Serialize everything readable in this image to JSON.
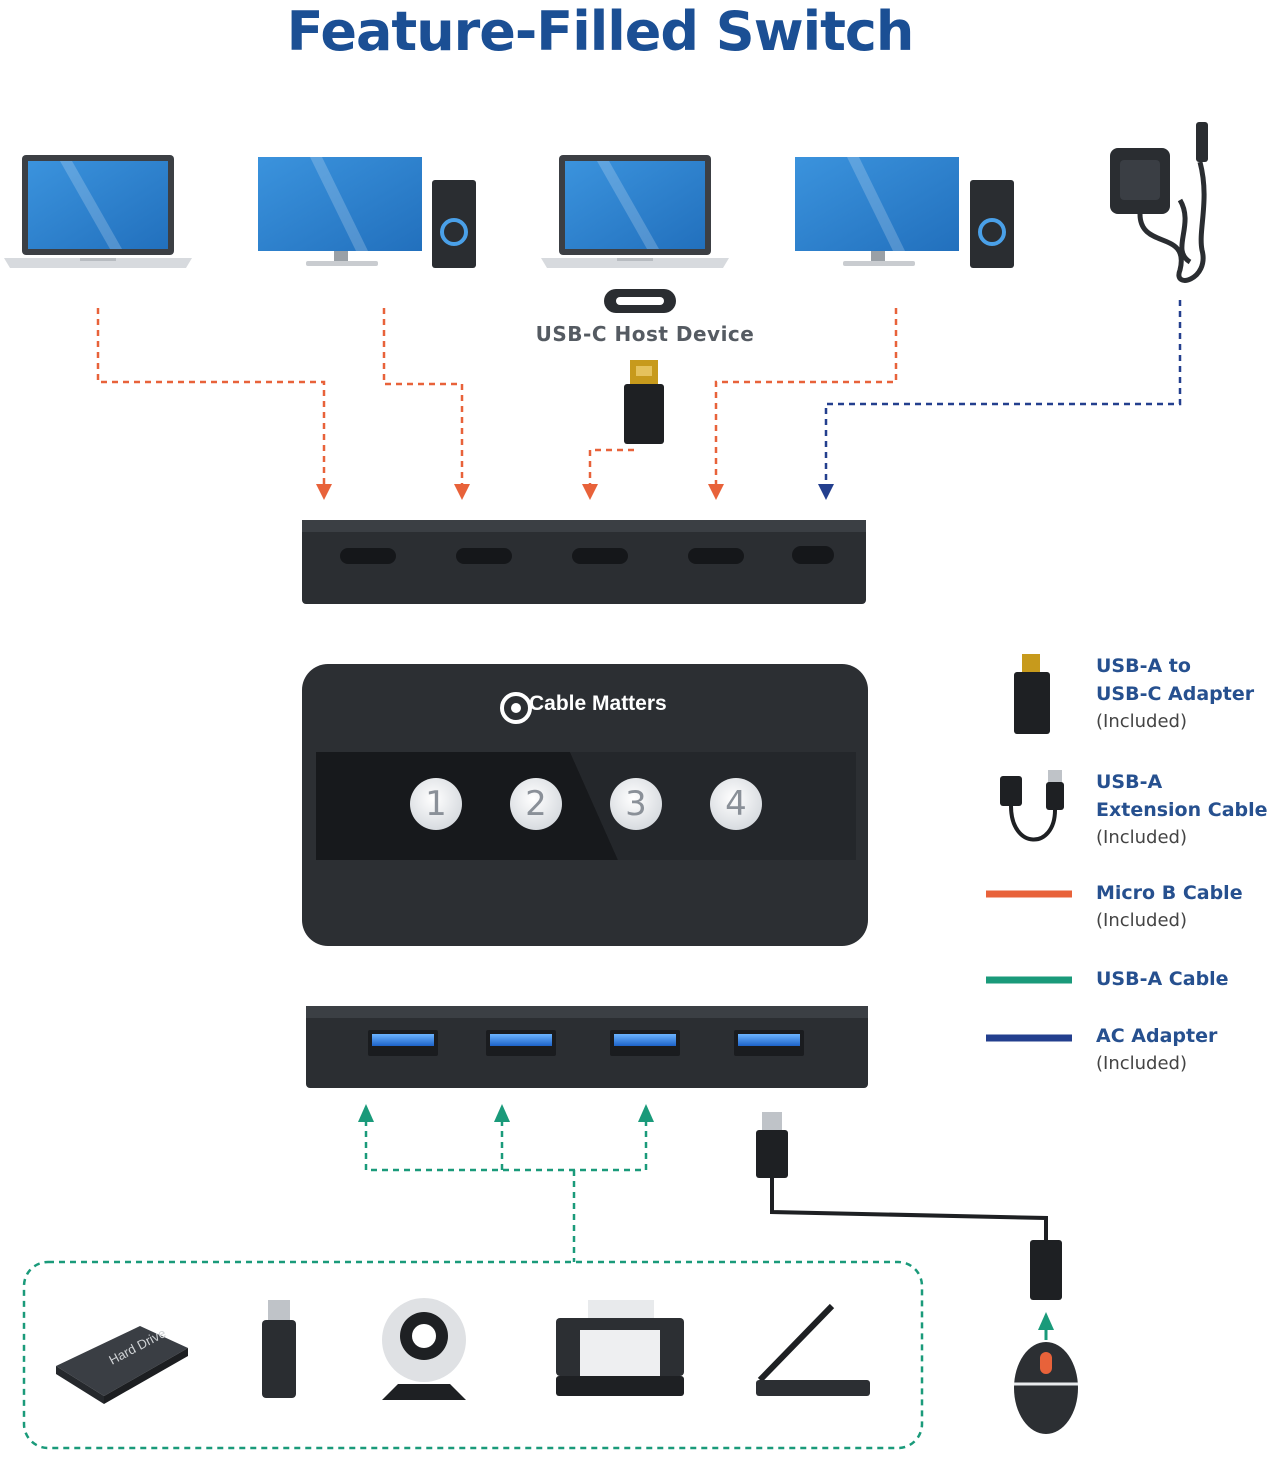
{
  "title": "Feature-Filled Switch",
  "host_device_label": "USB-C Host Device",
  "brand": "Cable Matters",
  "switch_buttons": [
    "1",
    "2",
    "3",
    "4"
  ],
  "legend": [
    {
      "line1": "USB-A to",
      "line2": "USB-C Adapter",
      "note": "(Included)",
      "icon": "usb-a-to-usb-c-adapter-icon"
    },
    {
      "line1": "USB-A",
      "line2": "Extension Cable",
      "note": "(Included)",
      "icon": "usb-extension-cable-icon"
    },
    {
      "line1": "Micro B Cable",
      "note": "(Included)",
      "color": "#e8623a"
    },
    {
      "line1": "USB-A Cable",
      "color": "#1a9a7a"
    },
    {
      "line1": "AC Adapter",
      "note": "(Included)",
      "color": "#233f8e"
    }
  ],
  "colors": {
    "title": "#1b4f94",
    "micro_b": "#e8623a",
    "usb_a": "#1a9a7a",
    "ac": "#233f8e",
    "screen": "#2f86d4",
    "device": "#2c2f33"
  },
  "host_devices": [
    "laptop-icon",
    "desktop-computer-icon",
    "laptop-icon",
    "desktop-computer-icon",
    "ac-power-adapter-icon"
  ],
  "peripherals": [
    "external-hard-drive-icon",
    "usb-flash-drive-icon",
    "webcam-icon",
    "printer-icon",
    "scanner-icon",
    "mouse-icon"
  ]
}
